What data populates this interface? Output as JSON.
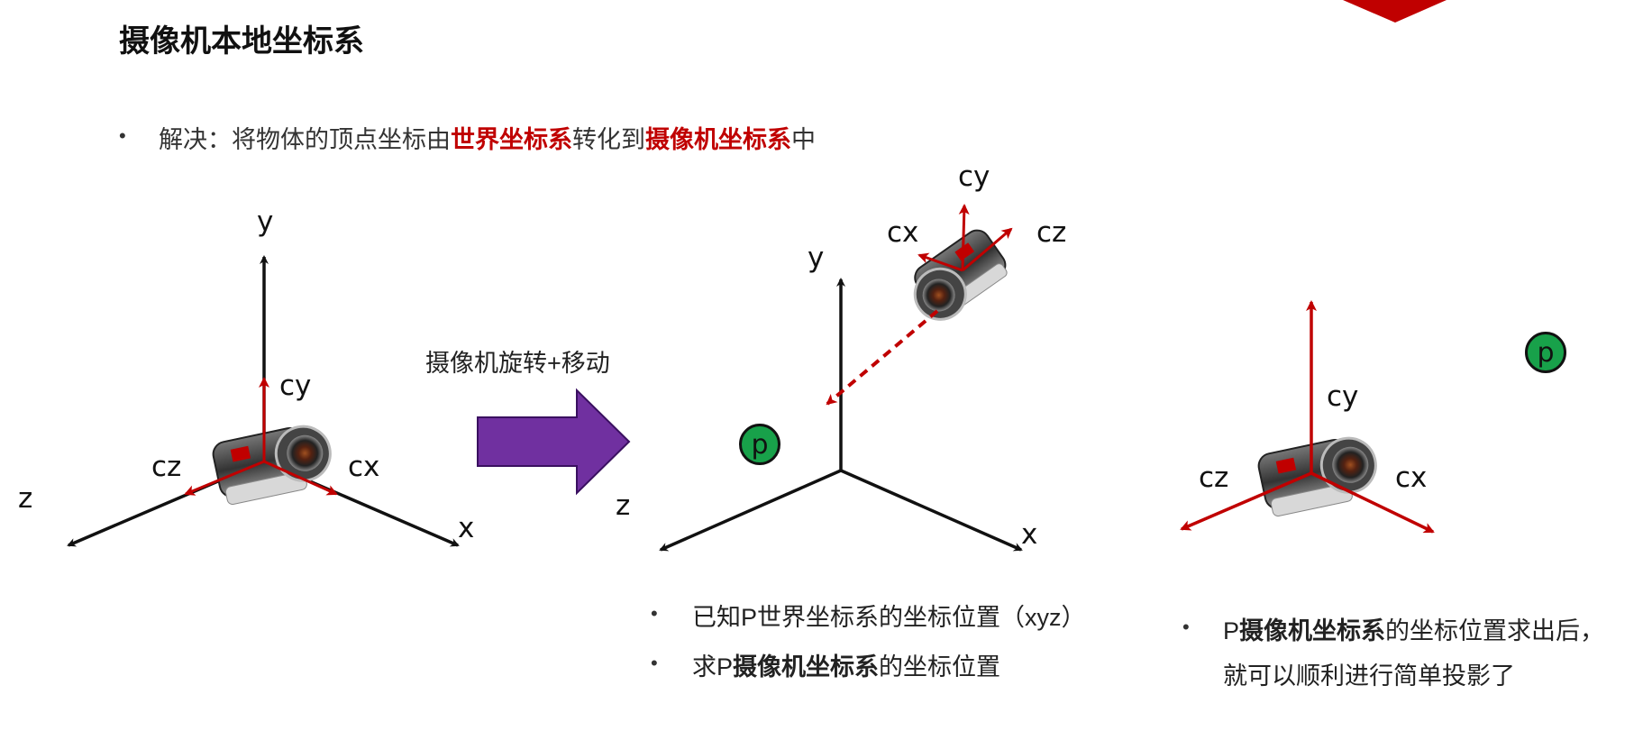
{
  "title": "摄像机本地坐标系",
  "solution": {
    "prefix": "解决：将物体的顶点坐标由",
    "world": "世界坐标系",
    "middle": "转化到",
    "camera": "摄像机坐标系",
    "suffix": "中"
  },
  "transform_label": "摄像机旋转+移动",
  "axes": {
    "x": "x",
    "y": "y",
    "z": "z"
  },
  "cam_axes": {
    "cx": "cx",
    "cy": "cy",
    "cz": "cz"
  },
  "point_label": "p",
  "bullet_symbol": "•",
  "middle_notes": {
    "line1": "已知P世界坐标系的坐标位置（xyz）",
    "line2_prefix": "求P",
    "line2_bold": "摄像机坐标系",
    "line2_suffix": "的坐标位置"
  },
  "right_notes": {
    "prefix": "P",
    "bold": "摄像机坐标系",
    "suffix": "的坐标位置求出后，",
    "line2": "就可以顺利进行简单投影了"
  },
  "colors": {
    "accent_red": "#c00000",
    "arrow_purple": "#7030a0",
    "point_green": "#18a14a",
    "axis_black": "#111111"
  }
}
